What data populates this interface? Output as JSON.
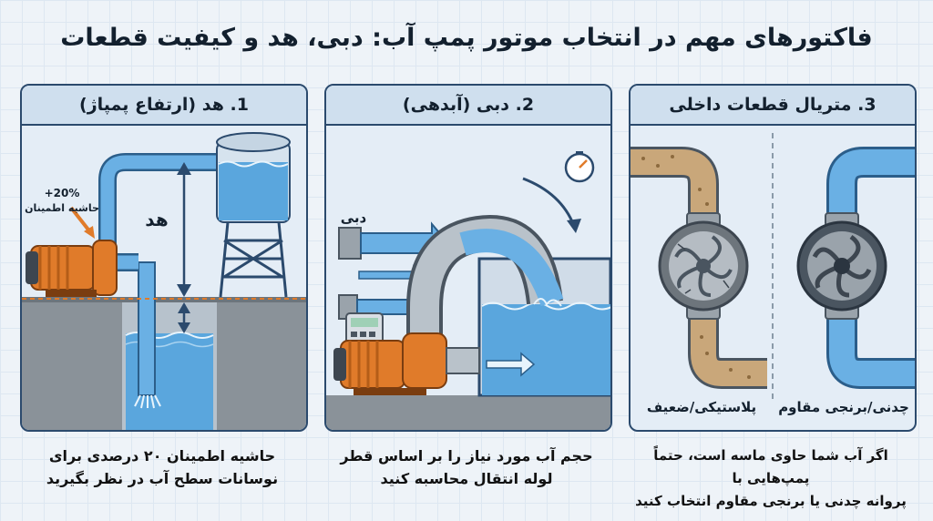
{
  "title": "فاکتورهای مهم در انتخاب موتور پمپ آب: دبی، هد و کیفیت قطعات",
  "panels": [
    {
      "header": "1. هد (ارتفاع پمپاژ)",
      "label_head": "هد",
      "label_margin_percent": "+20%",
      "label_margin": "حاشیه اطمینان",
      "caption_line1": "حاشیه اطمینان ۲۰ درصدی برای",
      "caption_line2": "نوسانات سطح آب در نظر بگیرید"
    },
    {
      "header": "2. دبی (آبدهی)",
      "label_flow": "دبی",
      "caption_line1": "حجم آب مورد نیاز را بر اساس قطر",
      "caption_line2": "لوله انتقال محاسبه کنید"
    },
    {
      "header": "3. متریال قطعات داخلی",
      "label_weak": "پلاستیکی/ضعیف",
      "label_strong": "چدنی/برنجی مقاوم",
      "caption_line1": "اگر آب شما حاوی ماسه است، حتماً پمپ‌هایی با",
      "caption_line2": "پروانه چدنی یا برنجی مقاوم انتخاب کنید"
    }
  ],
  "colors": {
    "frame": "#2b4a6d",
    "water": "#5aa6dd",
    "pump": "#e07b2a",
    "sand": "#c9a77a"
  },
  "icons": [
    "water-tower-icon",
    "pump-motor-icon",
    "calculator-icon",
    "gauge-icon",
    "impeller-icon"
  ]
}
